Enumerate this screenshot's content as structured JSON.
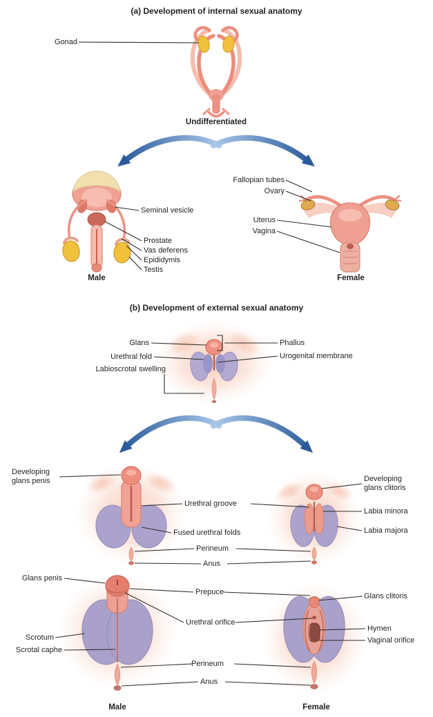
{
  "figure": {
    "section_a": {
      "title": "(a) Development of internal sexual anatomy",
      "undifferentiated_caption": "Undifferentiated",
      "male_caption": "Male",
      "female_caption": "Female",
      "labels": {
        "gonad": "Gonad",
        "seminal_vesicle": "Seminal vesicle",
        "prostate": "Prostate",
        "vas_deferens": "Vas deferens",
        "epididymis": "Epididymis",
        "testis": "Testis",
        "fallopian_tubes": "Fallopian tubes",
        "ovary": "Ovary",
        "uterus": "Uterus",
        "vagina": "Vagina"
      }
    },
    "section_b": {
      "title": "(b) Development of external sexual anatomy",
      "male_caption": "Male",
      "female_caption": "Female",
      "labels": {
        "glans": "Glans",
        "urethral_fold": "Urethral fold",
        "labioscrotal_swelling": "Labioscrotal swelling",
        "phallus": "Phallus",
        "urogenital_membrane": "Urogenital membrane",
        "developing_glans_penis": "Developing glans penis",
        "urethral_groove": "Urethral groove",
        "fused_urethral_folds": "Fused urethral folds",
        "perineum_stage2": "Perineum",
        "anus_stage2": "Anus",
        "developing_glans_clitoris": "Developing glans clitoris",
        "labia_minora": "Labia minora",
        "labia_majora": "Labia majora",
        "glans_penis": "Glans penis",
        "prepuce": "Prepuce",
        "urethral_orifice": "Urethral orifice",
        "scrotum": "Scrotum",
        "scrotal_raphe": "Scrotal caphe",
        "perineum_stage3": "Perineum",
        "anus_stage3": "Anus",
        "glans_clitoris": "Glans clitoris",
        "hymen": "Hymen",
        "vaginal_orifice": "Vaginal orifice"
      }
    },
    "colors": {
      "background": "#ffffff",
      "label_text": "#231f20",
      "leader_line": "#2f2b2b",
      "arrow_blue_dark": "#2a5a99",
      "arrow_blue_light": "#a9c8e8",
      "skin_light": "#f6bcae",
      "skin_mid": "#f0a294",
      "skin_deep": "#e57e6e",
      "fold_purple": "#a9a1ca",
      "gonad_yellow": "#f1c13c",
      "orifice_maroon": "#8d4a42"
    }
  }
}
